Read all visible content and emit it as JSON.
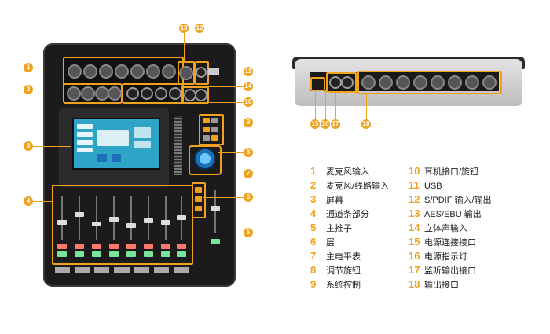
{
  "callouts": [
    {
      "num": "1",
      "label": "麦克风输入"
    },
    {
      "num": "2",
      "label": "麦克风/线路输入"
    },
    {
      "num": "3",
      "label": "屏幕"
    },
    {
      "num": "4",
      "label": "通道条部分"
    },
    {
      "num": "5",
      "label": "主推子"
    },
    {
      "num": "6",
      "label": "层"
    },
    {
      "num": "7",
      "label": "主电平表"
    },
    {
      "num": "8",
      "label": "调节旋钮"
    },
    {
      "num": "9",
      "label": "系统控制"
    },
    {
      "num": "10",
      "label": "耳机接口/旋钮"
    },
    {
      "num": "11",
      "label": "USB"
    },
    {
      "num": "12",
      "label": "S/PDIF 输入/输出"
    },
    {
      "num": "13",
      "label": "AES/EBU 输出"
    },
    {
      "num": "14",
      "label": "立体声输入"
    },
    {
      "num": "15",
      "label": "电源连接接口"
    },
    {
      "num": "16",
      "label": "电源指示灯"
    },
    {
      "num": "17",
      "label": "监听输出接口"
    },
    {
      "num": "18",
      "label": "输出接口"
    }
  ],
  "colors": {
    "accent": "#f0a21e",
    "screen": "#2ea4c7",
    "body": "#1b1b1b"
  }
}
